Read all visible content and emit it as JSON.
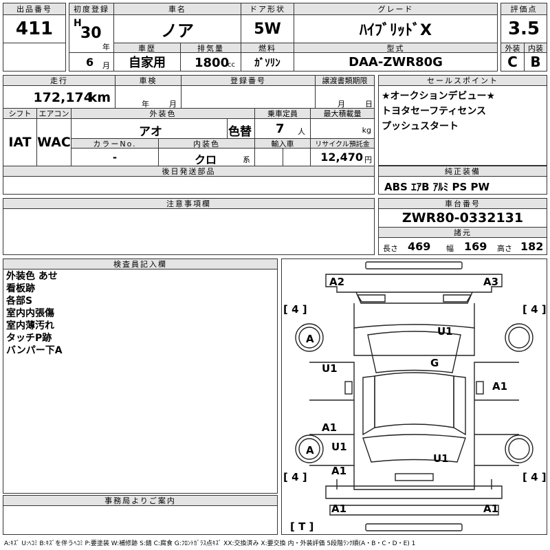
{
  "header": {
    "lot_no_label": "出品番号",
    "lot_no": "411",
    "first_reg_label": "初度登録",
    "era": "H",
    "year": "30",
    "year_unit": "年",
    "month": "6",
    "month_unit": "月",
    "car_name_label": "車名",
    "car_name": "ノア",
    "history_label": "車歴",
    "history": "自家用",
    "displacement_label": "排気量",
    "displacement": "1800",
    "displacement_unit": "cc",
    "door_label": "ドア形状",
    "door": "5W",
    "fuel_label": "燃料",
    "fuel": "ｶﾞｿﾘﾝ",
    "grade_label": "グレード",
    "grade": "ﾊｲﾌﾞﾘｯﾄﾞX",
    "model_label": "型式",
    "model": "DAA-ZWR80G",
    "score_label": "評価点",
    "score": "3.5",
    "exterior_label": "外装",
    "exterior": "C",
    "interior_label": "内装",
    "interior": "B"
  },
  "row2": {
    "mileage_label": "走行",
    "mileage": "172,174",
    "mileage_unit": "km",
    "inspection_label": "車検",
    "year_unit": "年",
    "month_unit": "月",
    "reg_no_label": "登録番号",
    "transfer_label": "譲渡書類期限",
    "day_unit": "日",
    "shift_label": "シフト",
    "shift": "IAT",
    "ac_label": "エアコン",
    "ac": "WAC",
    "ext_color_label": "外装色",
    "ext_color": "アオ",
    "color_change": "色替",
    "capacity_label": "乗車定員",
    "capacity": "7",
    "capacity_unit": "人",
    "max_load_label": "最大積載量",
    "max_load_unit": "kg",
    "color_no_label": "カラーNo.",
    "color_no": "-",
    "int_color_label": "内装色",
    "int_color": "クロ",
    "int_color_unit": "系",
    "import_label": "輸入車",
    "recycle_label": "リサイクル預託金",
    "recycle": "12,470",
    "recycle_unit": "円",
    "later_parts_label": "後日発送部品"
  },
  "selling_points": {
    "label": "セールスポイント",
    "lines": [
      "★オークションデビュー★",
      "トヨタセーフティセンス",
      "プッシュスタート"
    ]
  },
  "equipment": {
    "label": "純正装備",
    "value": "ABS ｴｱB ｱﾙﾐ PS PW"
  },
  "notes": {
    "label": "注意事項欄"
  },
  "chassis": {
    "label": "車台番号",
    "value": "ZWR80-0332131",
    "spec_label": "諸元",
    "length_label": "長さ",
    "length": "469",
    "width_label": "幅",
    "width": "169",
    "height_label": "高さ",
    "height": "182"
  },
  "inspector": {
    "label": "検査員記入欄",
    "lines": [
      "外装色 あせ",
      "看板跡",
      "各部S",
      "室内内張傷",
      "室内薄汚れ",
      "タッチP跡",
      "バンパー下A"
    ]
  },
  "office": {
    "label": "事務局よりご案内"
  },
  "diagram": {
    "marks": [
      "A2",
      "A3",
      "[ 4 ]",
      "[ 4 ]",
      "A",
      "U1",
      "G",
      "U1",
      "A1",
      "A1",
      "A",
      "U1",
      "U1",
      "A1",
      "[ 4 ]",
      "[ 4 ]",
      "A1",
      "A1",
      "[ T ]"
    ]
  },
  "legend": "A:ｷｽﾞ U:ﾍｺﾐ B:ｷｽﾞを伴うﾍｺﾐ P:要塗装 W:補修跡 S:錆 C:腐食 G:ﾌﾛﾝﾄｶﾞﾗｽ点ｷｽﾞ XX:交換済み X:要交換 内・外装評価 5段階ﾗﾝｸ順(A・B・C・D・E) 1"
}
